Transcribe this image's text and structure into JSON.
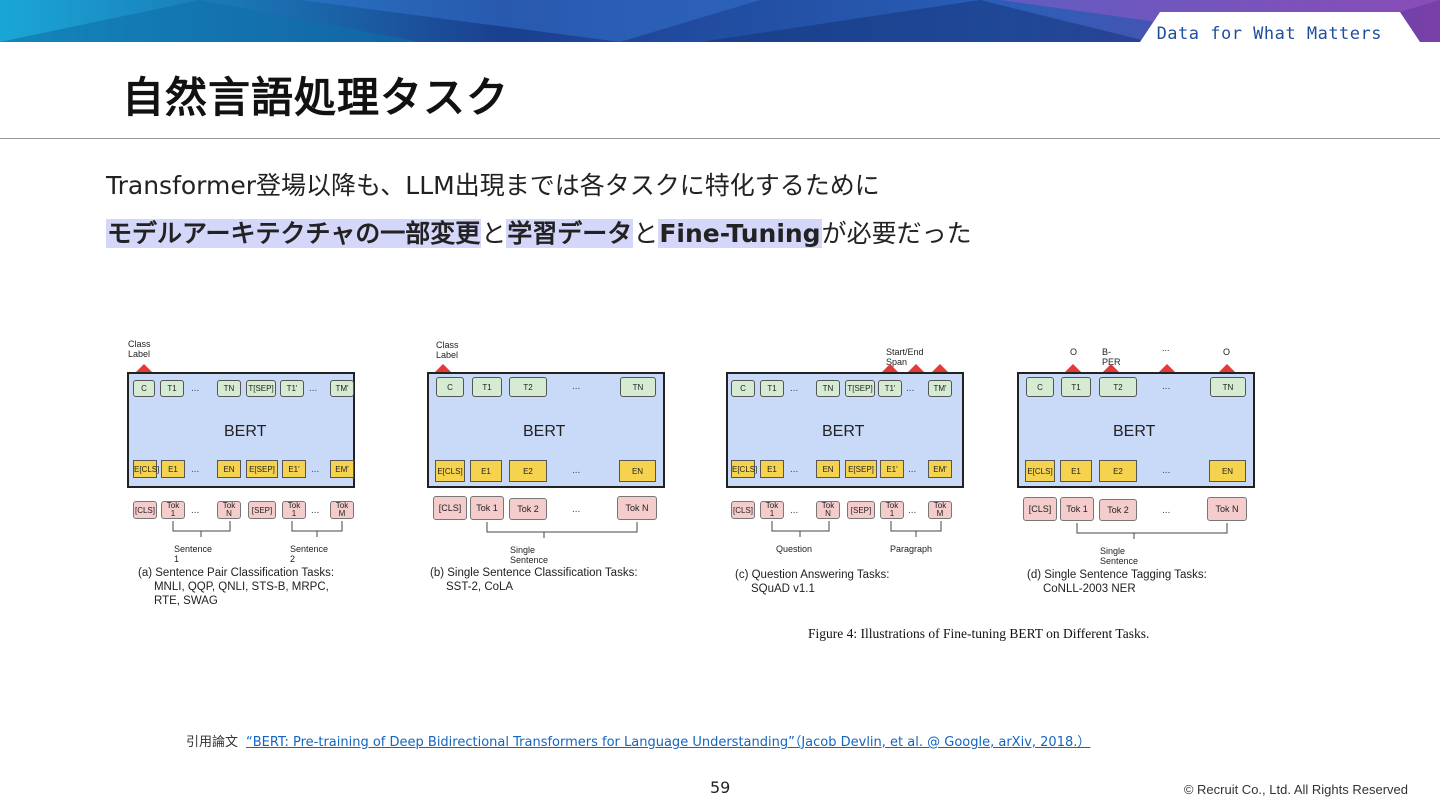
{
  "header": {
    "tagline": "Data for What Matters",
    "title": "自然言語処理タスク"
  },
  "intro": {
    "line1": "Transformer登場以降も、LLM出現までは各タスクに特化するために",
    "line2": {
      "h1": "モデルアーキテクチャの一部変更",
      "c1": "と",
      "h2": "学習データ",
      "c2": "と",
      "h3": "Fine-Tuning",
      "tail": "が必要だった"
    }
  },
  "figure": {
    "model_label": "BERT",
    "dots": "...",
    "panels": [
      {
        "top_label": "Class\nLabel",
        "t_tokens": [
          "C",
          "T1",
          "TN",
          "T[SEP]",
          "T1'",
          "TM'"
        ],
        "e_tokens": [
          "E[CLS]",
          "E1",
          "EN",
          "E[SEP]",
          "E1'",
          "EM'"
        ],
        "in_tokens": [
          "[CLS]",
          "Tok\n1",
          "Tok\nN",
          "[SEP]",
          "Tok\n1",
          "Tok\nM"
        ],
        "groups": [
          "Sentence 1",
          "Sentence 2"
        ],
        "caption": "(a) Sentence Pair Classification Tasks:\n     MNLI, QQP, QNLI, STS-B, MRPC,\n     RTE, SWAG"
      },
      {
        "top_label": "Class\nLabel",
        "t_tokens": [
          "C",
          "T1",
          "T2",
          "TN"
        ],
        "e_tokens": [
          "E[CLS]",
          "E1",
          "E2",
          "EN"
        ],
        "in_tokens": [
          "[CLS]",
          "Tok 1",
          "Tok 2",
          "Tok N"
        ],
        "groups": [
          "Single Sentence"
        ],
        "caption": "(b) Single Sentence Classification Tasks:\n     SST-2, CoLA"
      },
      {
        "top_label": "Start/End Span",
        "t_tokens": [
          "C",
          "T1",
          "TN",
          "T[SEP]",
          "T1'",
          "TM'"
        ],
        "e_tokens": [
          "E[CLS]",
          "E1",
          "EN",
          "E[SEP]",
          "E1'",
          "EM'"
        ],
        "in_tokens": [
          "[CLS]",
          "Tok\n1",
          "Tok\nN",
          "[SEP]",
          "Tok\n1",
          "Tok\nM"
        ],
        "groups": [
          "Question",
          "Paragraph"
        ],
        "caption": "(c) Question Answering Tasks:\n     SQuAD v1.1"
      },
      {
        "top_labels": [
          "O",
          "B-PER",
          "...",
          "O"
        ],
        "t_tokens": [
          "C",
          "T1",
          "T2",
          "TN"
        ],
        "e_tokens": [
          "E[CLS]",
          "E1",
          "E2",
          "EN"
        ],
        "in_tokens": [
          "[CLS]",
          "Tok 1",
          "Tok 2",
          "Tok N"
        ],
        "groups": [
          "Single Sentence"
        ],
        "caption": "(d) Single Sentence Tagging Tasks:\n     CoNLL-2003 NER"
      }
    ],
    "caption": "Figure 4: Illustrations of Fine-tuning BERT on Different Tasks."
  },
  "citation": {
    "label": "引用論文",
    "link_text": "“BERT: Pre-training of Deep Bidirectional Transformers for Language Understanding”（Jacob Devlin, et al. @ Google, arXiv, 2018.）"
  },
  "footer": {
    "page_number": "59",
    "copyright": "© Recruit Co., Ltd. All Rights Reserved"
  },
  "colors": {
    "banner_dark": "#1b3f8f",
    "banner_light": "#5ec3e8",
    "banner_purple": "#6a3fa8",
    "highlight": "#d4d6fa",
    "bert_fill": "#c9daf8",
    "t_fill": "#d6ecd2",
    "e_fill": "#f6d34f",
    "tok_fill": "#f4cccc",
    "arrow_red": "#e53935"
  }
}
